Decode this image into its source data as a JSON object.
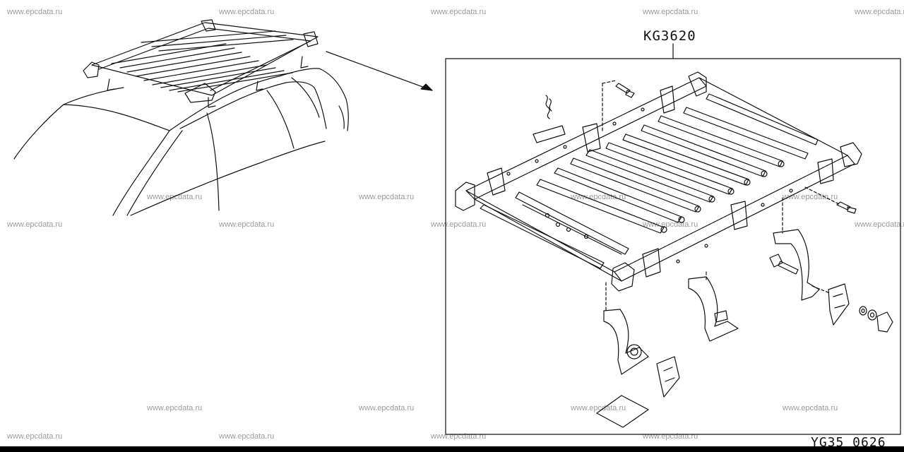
{
  "labels": {
    "part_code": "KG3620",
    "diagram_code": "YG35  0626"
  },
  "watermark": {
    "text": "www.epcdata.ru",
    "color": "#9a9a9a"
  },
  "colors": {
    "ink": "#111111",
    "background": "#ffffff"
  }
}
